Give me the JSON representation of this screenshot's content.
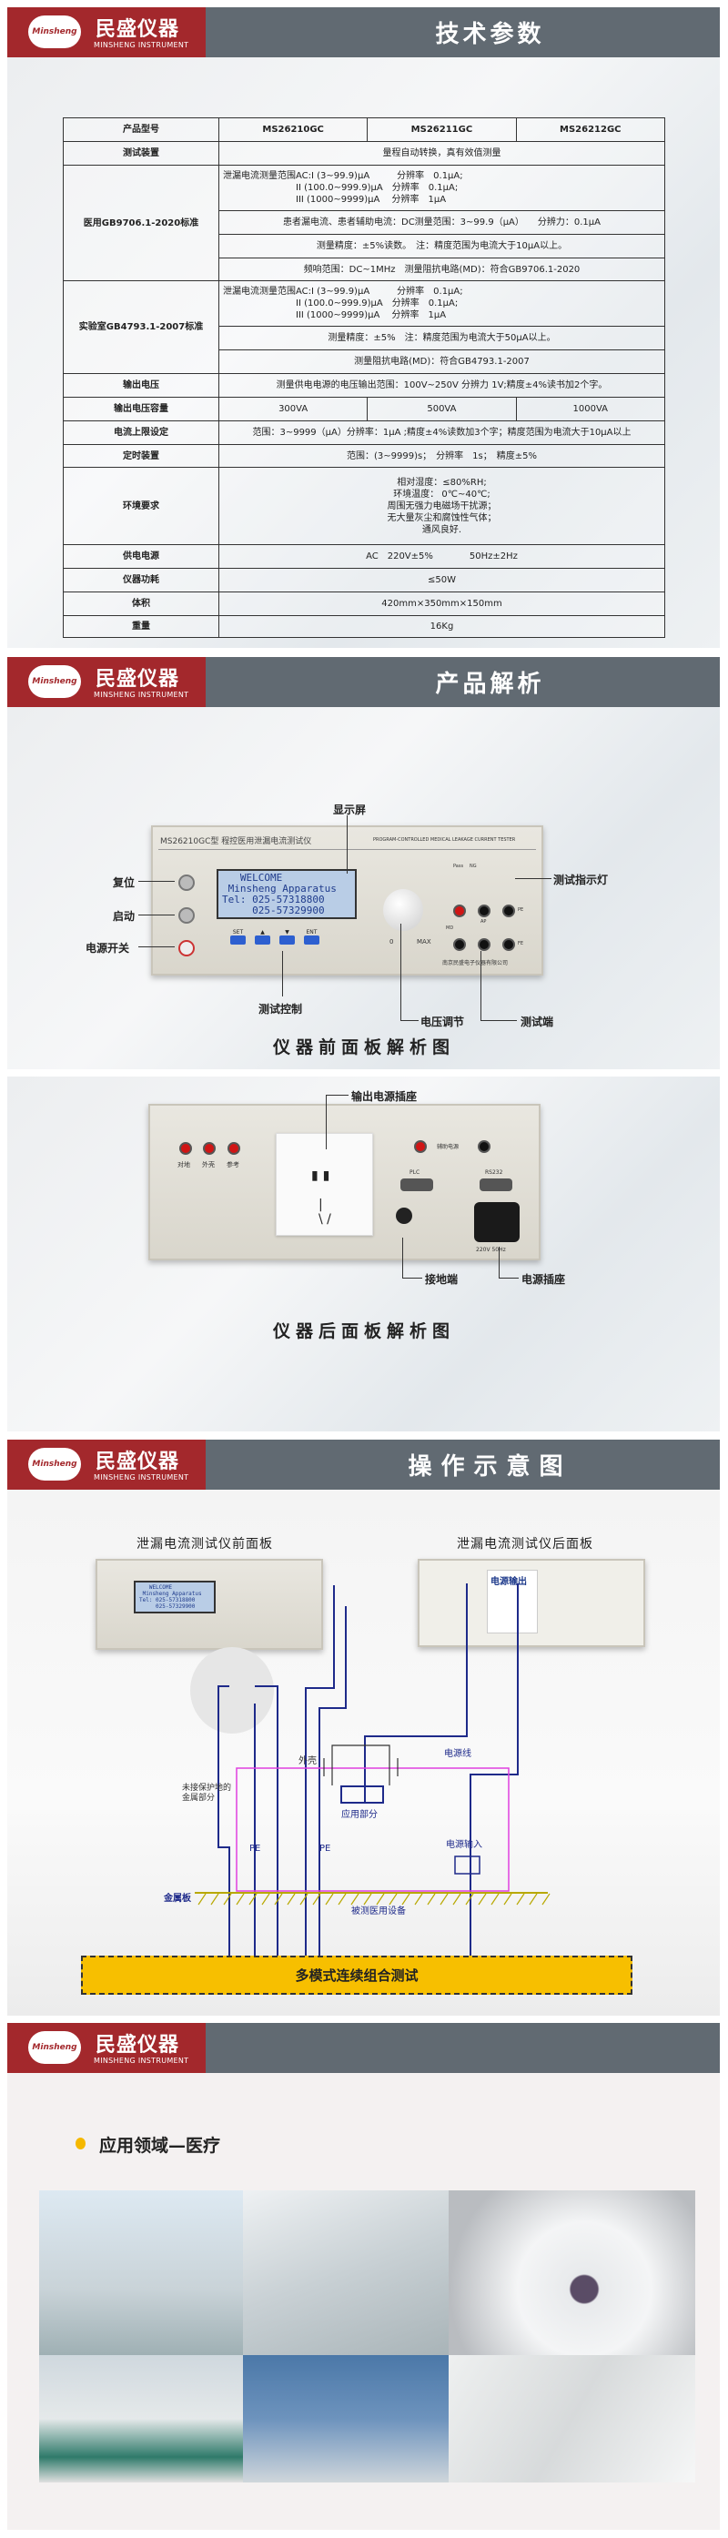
{
  "brand": {
    "name": "民盛仪器",
    "en": "MINSHENG INSTRUMENT",
    "logo": "Minsheng"
  },
  "sections": {
    "specs": "技术参数",
    "analysis": "产品解析",
    "operation": "操作示意图",
    "application": ""
  },
  "spec_table": {
    "header": {
      "label": "产品型号",
      "models": [
        "MS26210GC",
        "MS26211GC",
        "MS26212GC"
      ]
    },
    "rows": [
      {
        "label": "测试装置",
        "cells": [
          {
            "lines": [
              "量程自动转换，真有效值测量"
            ]
          }
        ]
      },
      {
        "label": "医用GB9706.1-2020标准",
        "cells": [
          {
            "left": true,
            "lines": [
              "泄漏电流测量范围AC:I (3~99.9)μA　　　分辨率　0.1μA;",
              "　　　　　　　　II (100.0~999.9)μA　分辨率　0.1μA;",
              "　　　　　　　　III (1000~9999)μA　 分辨率　1μA"
            ]
          },
          {
            "lines": [
              "患者漏电流、患者辅助电流：DC测量范围：3~99.9（μA）　　分辨力：0.1μA"
            ]
          },
          {
            "lines": [
              "测量精度：±5%读数。　注：精度范围为电流大于10μA以上。"
            ]
          },
          {
            "lines": [
              "频响范围：DC~1MHz　测量阻抗电路(MD)：符合GB9706.1-2020"
            ]
          }
        ]
      },
      {
        "label": "实验室GB4793.1-2007标准",
        "cells": [
          {
            "left": true,
            "lines": [
              "泄漏电流测量范围AC:I (3~99.9)μA　　　分辨率　0.1μA;",
              "　　　　　　　　II (100.0~999.9)μA　分辨率　0.1μA;",
              "　　　　　　　　III (1000~9999)μA　 分辨率　1μA"
            ]
          },
          {
            "lines": [
              "测量精度：±5%　注：精度范围为电流大于50μA以上。"
            ]
          },
          {
            "lines": [
              "测量阻抗电路(MD)：符合GB4793.1-2007"
            ]
          }
        ]
      },
      {
        "label": "输出电压",
        "cells": [
          {
            "lines": [
              "测量供电电源的电压输出范围：100V~250V 分辨力 1V;精度±4%读书加2个字。"
            ]
          }
        ]
      },
      {
        "label": "输出电压容量",
        "values": [
          "300VA",
          "500VA",
          "1000VA"
        ]
      },
      {
        "label": "电流上限设定",
        "cells": [
          {
            "lines": [
              "范围：3~9999（μA）分辨率：1μA ;精度±4%读数加3个字；精度范围为电流大于10μA以上"
            ]
          }
        ]
      },
      {
        "label": "定时装置",
        "cells": [
          {
            "lines": [
              "范围：(3~9999)s；　分辨率　1s；　精度±5%"
            ]
          }
        ]
      },
      {
        "label": "环境要求",
        "cells": [
          {
            "lines": [
              "相对湿度：≤80%RH;",
              "环境温度： 0℃~40℃;",
              "周围无强力电磁场干扰源；",
              "无大量灰尘和腐蚀性气体；",
              "通风良好."
            ]
          }
        ]
      },
      {
        "label": "供电电源",
        "cells": [
          {
            "lines": [
              "AC　220V±5%　　　　50Hz±2Hz"
            ]
          }
        ]
      },
      {
        "label": "仪器功耗",
        "cells": [
          {
            "lines": [
              "≤50W"
            ]
          }
        ]
      },
      {
        "label": "体积",
        "cells": [
          {
            "lines": [
              "420mm×350mm×150mm"
            ]
          }
        ]
      },
      {
        "label": "重量",
        "cells": [
          {
            "lines": [
              "16Kg"
            ]
          }
        ]
      }
    ]
  },
  "front_panel": {
    "model": "MS26210GC型 程控医用泄漏电流测试仪",
    "model_en": "PROGRAM-CONTROLLED MEDICAL LEAKAGE CURRENT TESTER",
    "lcd": "   WELCOME\n Minsheng Apparatus\nTel: 025-57318800\n     025-57329900",
    "buttons": [
      "SET",
      "▲",
      "▼",
      "ENT"
    ],
    "indicators": [
      "Pass",
      "NG"
    ],
    "knob_min": "0",
    "knob_max": "MAX",
    "terminals": [
      "AP",
      "PE",
      "MD",
      "FE"
    ],
    "company": "南京民盛电子仪器有限公司",
    "callouts": {
      "display": "显示屏",
      "reset": "复位",
      "start": "启动",
      "power": "电源开关",
      "indicator": "测试指示灯",
      "control": "测试控制",
      "voltage": "电压调节",
      "terminal": "测试端"
    },
    "caption": "仪器前面板解析图"
  },
  "rear_panel": {
    "jacks": [
      "对地",
      "外壳",
      "参考"
    ],
    "aux": "辅助电源",
    "plc": "PLC",
    "rs232": "RS232",
    "power_rating": "220V 50Hz",
    "callouts": {
      "outlet": "输出电源插座",
      "ground": "接地端",
      "power_socket": "电源插座"
    },
    "caption": "仪器后面板解析图"
  },
  "diagram": {
    "front_title": "泄漏电流测试仪前面板",
    "rear_title": "泄漏电流测试仪后面板",
    "power_output": "电源输出",
    "labels": {
      "shell": "外壳",
      "power_cord": "电源线",
      "unearthed": "未接保护地的",
      "unearthed2": "金属部分",
      "applied": "应用部分",
      "pe1": "PE",
      "pe2": "PE",
      "power_input": "电源输入",
      "metal_plate": "金属板",
      "dut": "被测医用设备"
    },
    "banner": "多模式连续组合测试"
  },
  "application": {
    "heading": "应用领域—医疗",
    "accent": "#f5b800"
  }
}
